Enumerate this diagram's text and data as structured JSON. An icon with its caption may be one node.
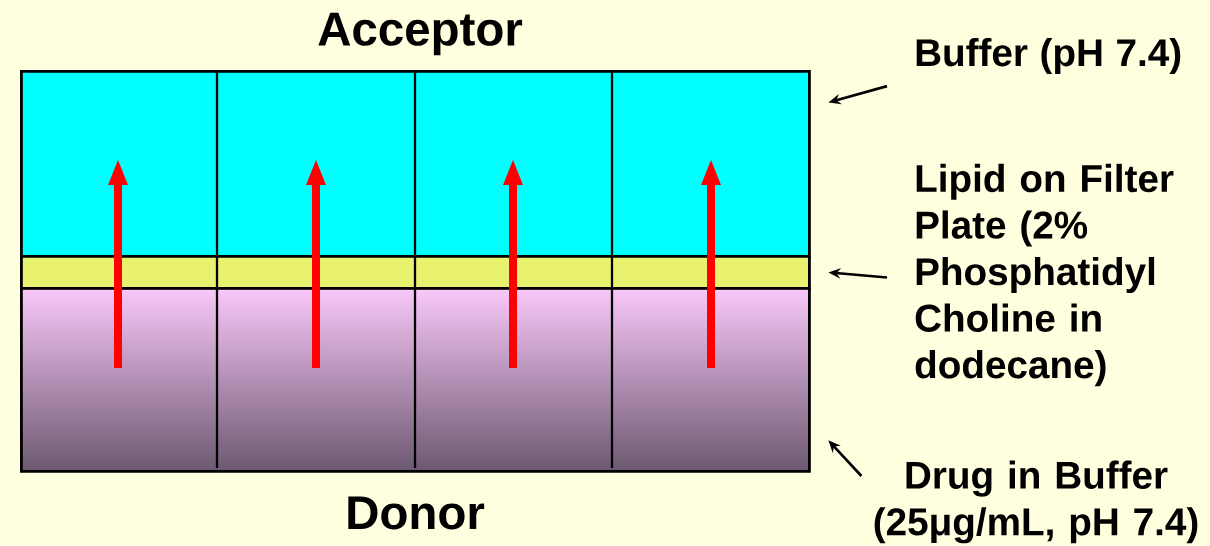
{
  "diagram": {
    "nodes": [
      {
        "text": [],
        "shape": "box",
        "beside": [
          "Acceptor"
        ]
      },
      {
        "text": [],
        "shape": "box"
      },
      {
        "text": [],
        "shape": "box",
        "beside": [
          "Donor"
        ]
      },
      {
        "text": [
          "Buffer (pH 7.4)"
        ]
      },
      {
        "text": [
          "Lipid on Filter Plate (2% Phosphatidyl Choline in dodecane)"
        ]
      },
      {
        "text": [
          "Drug in Buffer (25μg/mL, pH 7.4)"
        ]
      }
    ],
    "edges": [
      {
        "from": 3,
        "to": 0,
        "arrow": "to"
      },
      {
        "from": 4,
        "to": 1,
        "arrow": "to"
      },
      {
        "from": 5,
        "to": 2,
        "arrow": "to"
      }
    ]
  }
}
